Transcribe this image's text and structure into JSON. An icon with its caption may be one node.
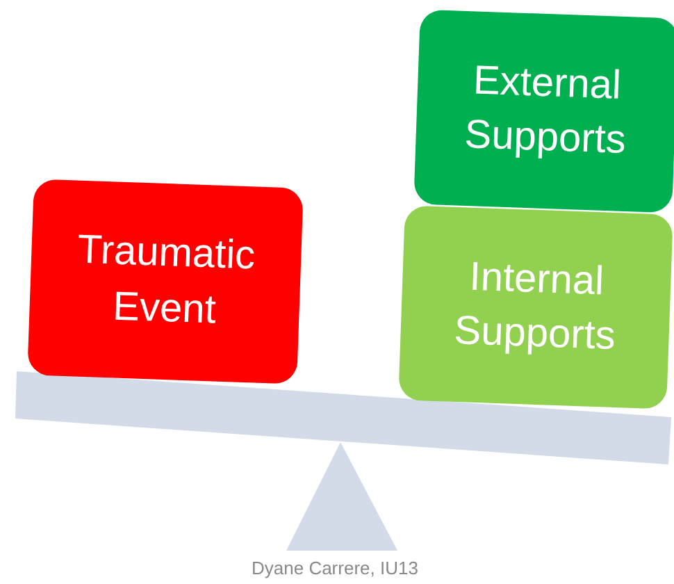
{
  "diagram": {
    "nodes": [
      {
        "text": [
          "Traumatic Event"
        ]
      },
      {
        "text": [
          "External Supports"
        ]
      },
      {
        "text": [
          "Internal Supports"
        ]
      }
    ],
    "labels": [
      "Dyane Carrere, IU13"
    ]
  }
}
